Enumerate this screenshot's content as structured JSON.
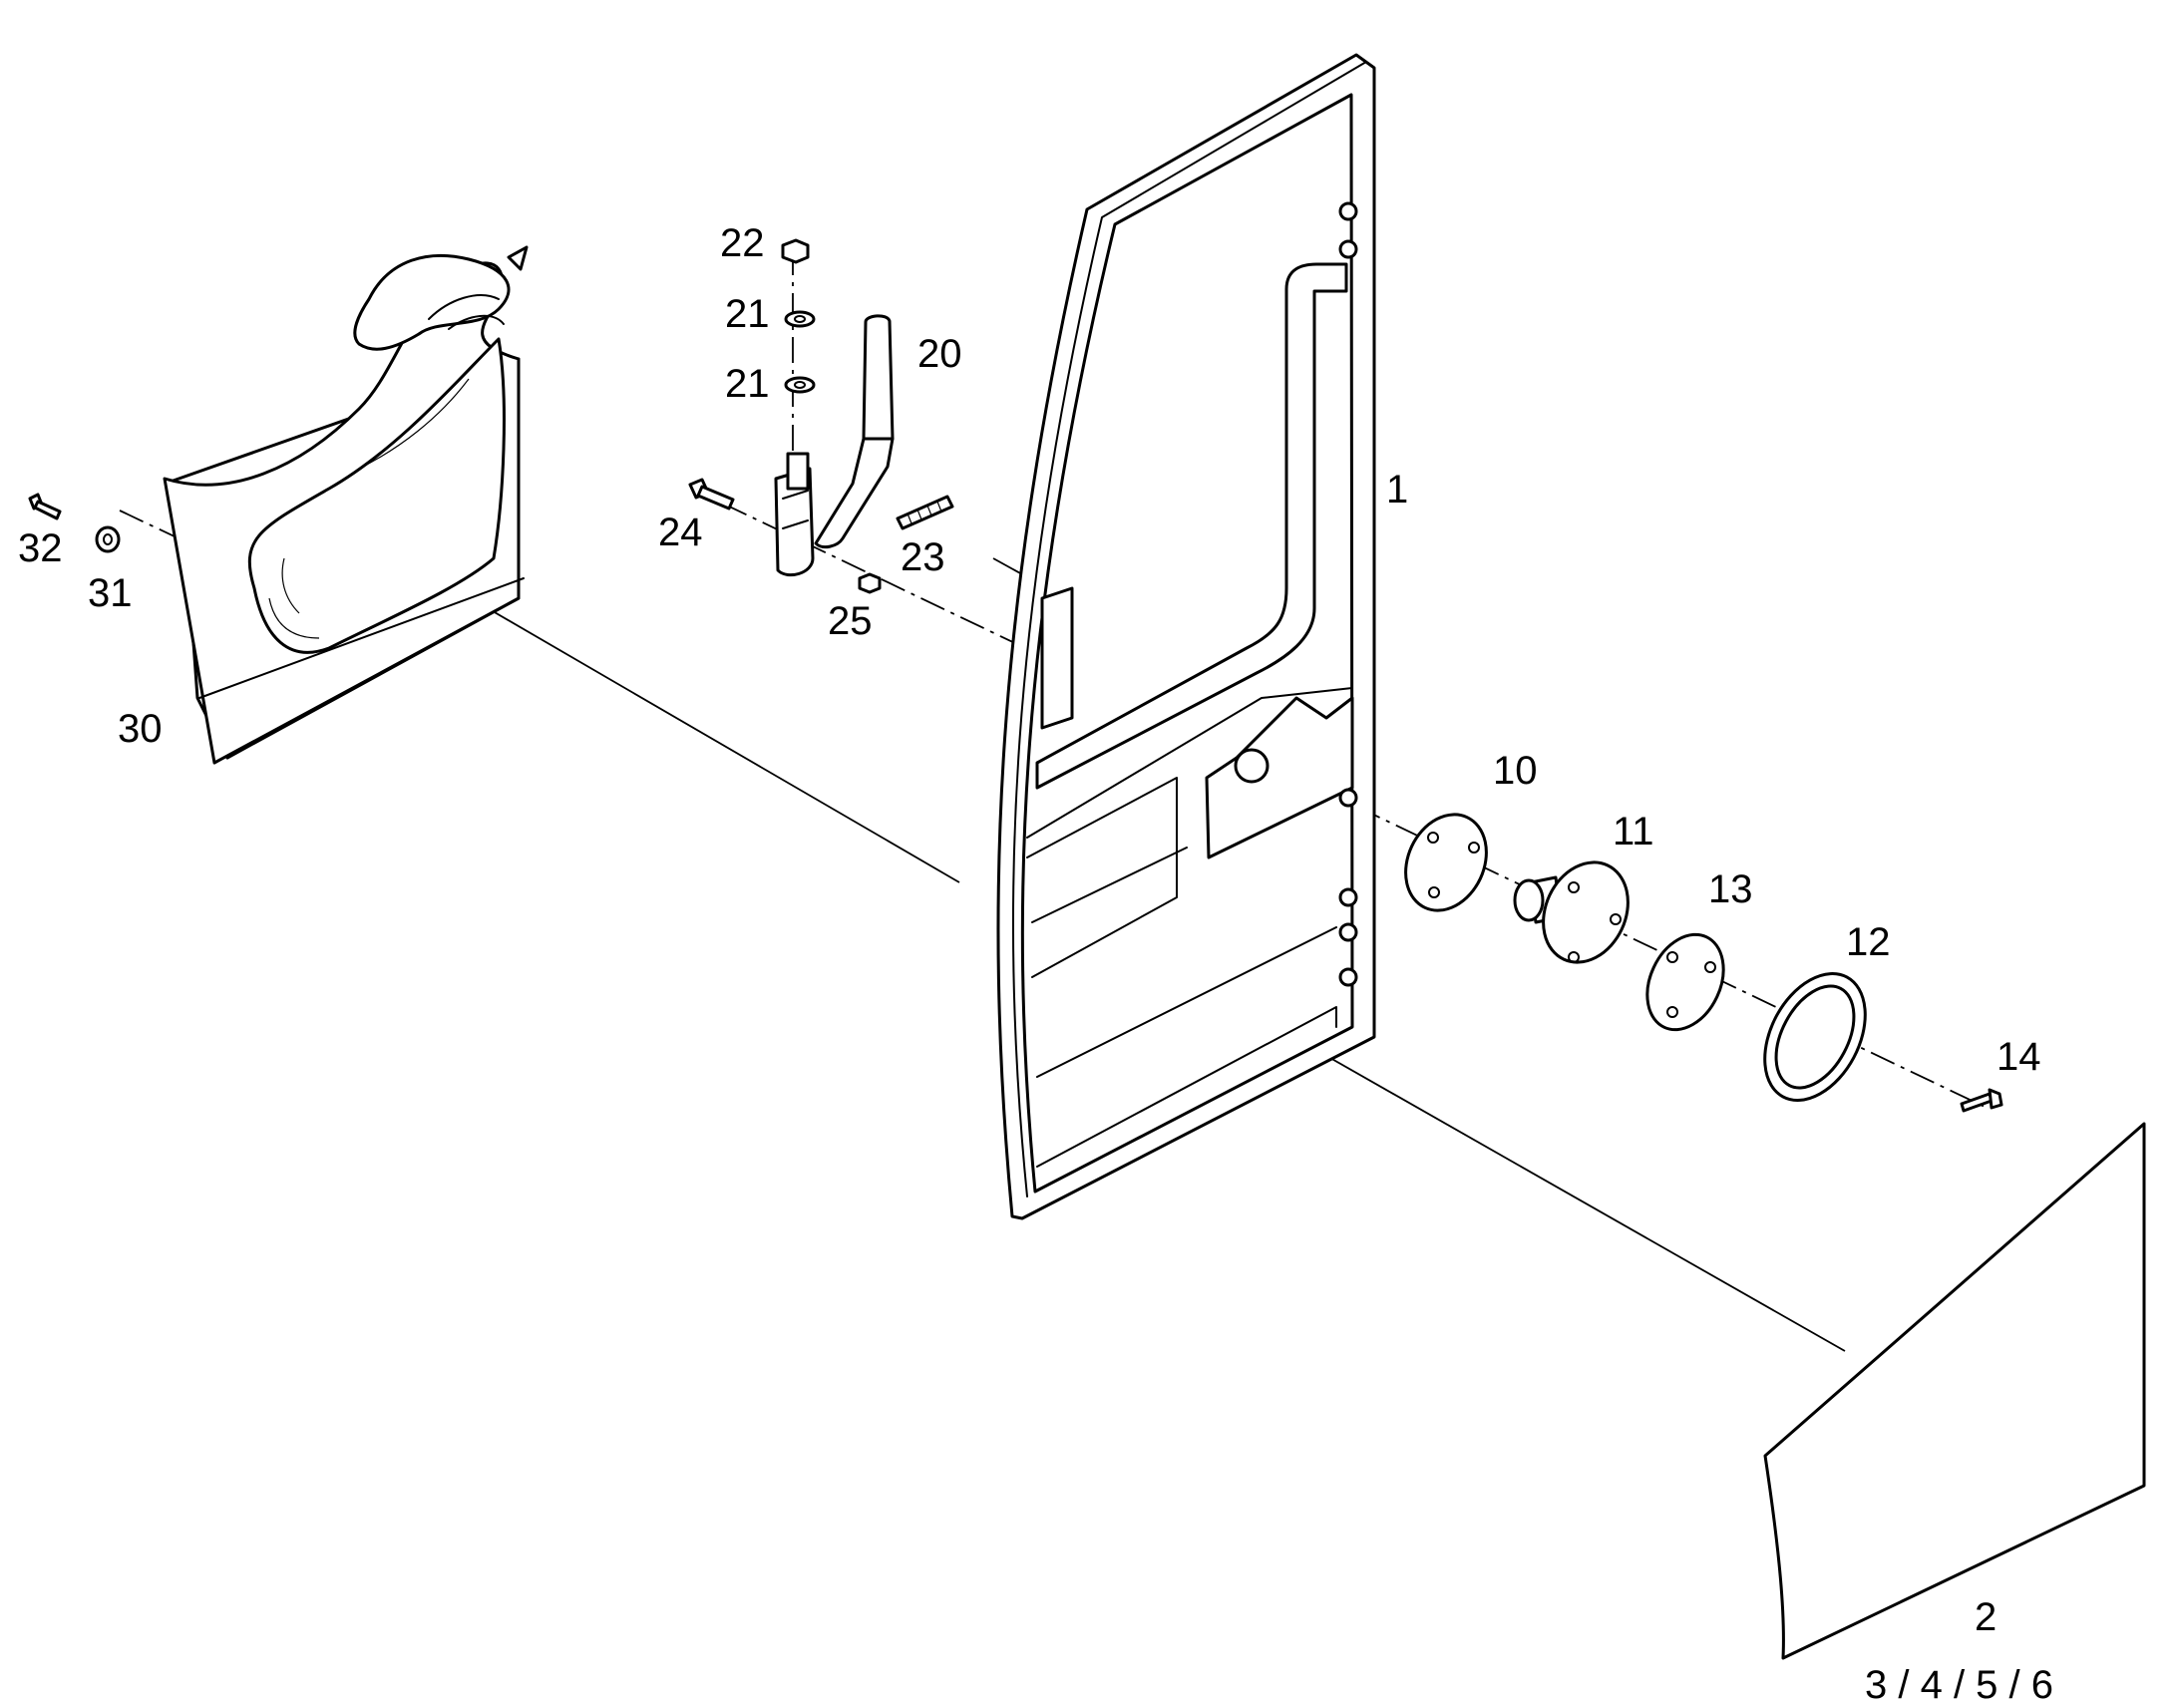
{
  "labels": {
    "p1": "1",
    "p2": "2",
    "p3456": "3 / 4 / 5 / 6",
    "p10": "10",
    "p11": "11",
    "p12": "12",
    "p13": "13",
    "p14": "14",
    "p20": "20",
    "p21a": "21",
    "p21b": "21",
    "p22": "22",
    "p23": "23",
    "p24": "24",
    "p25": "25",
    "p30": "30",
    "p31": "31",
    "p32": "32"
  }
}
